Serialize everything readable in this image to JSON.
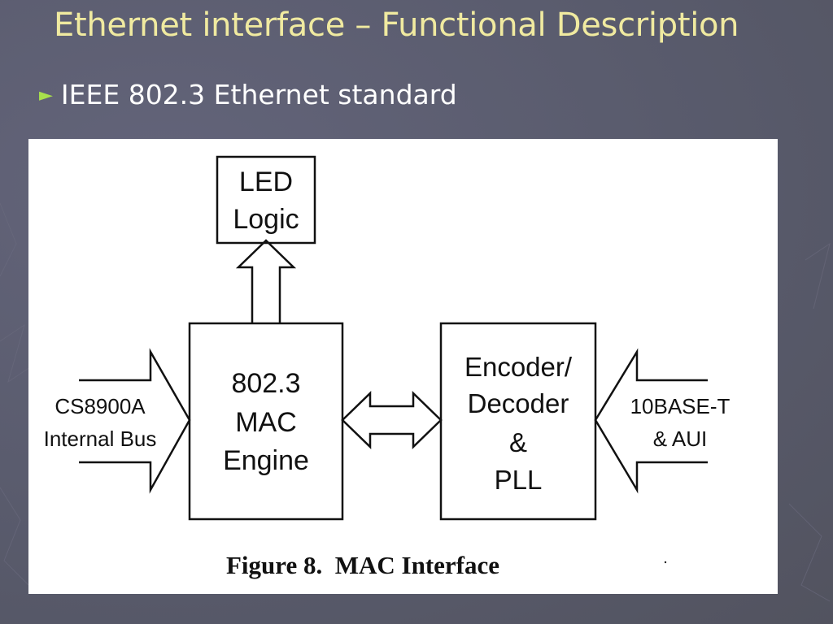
{
  "slide": {
    "title": "Ethernet interface – Functional Description",
    "bullet": "IEEE 802.3 Ethernet standard",
    "bullet_marker": "►"
  },
  "figure": {
    "led_logic": {
      "line1": "LED",
      "line2": "Logic"
    },
    "mac_engine": {
      "line1": "802.3",
      "line2": "MAC",
      "line3": "Engine"
    },
    "encoder": {
      "line1": "Encoder/",
      "line2": "Decoder",
      "line3": "&",
      "line4": "PLL"
    },
    "left_input": {
      "line1": "CS8900A",
      "line2": "Internal Bus"
    },
    "right_input": {
      "line1": "10BASE-T",
      "line2": "& AUI"
    },
    "caption": "Figure 8.  MAC Interface"
  },
  "colors": {
    "background": "#5a5b6d",
    "title": "#f0eaa0",
    "bullet_text": "#ffffff",
    "bullet_marker": "#a8e04c"
  }
}
